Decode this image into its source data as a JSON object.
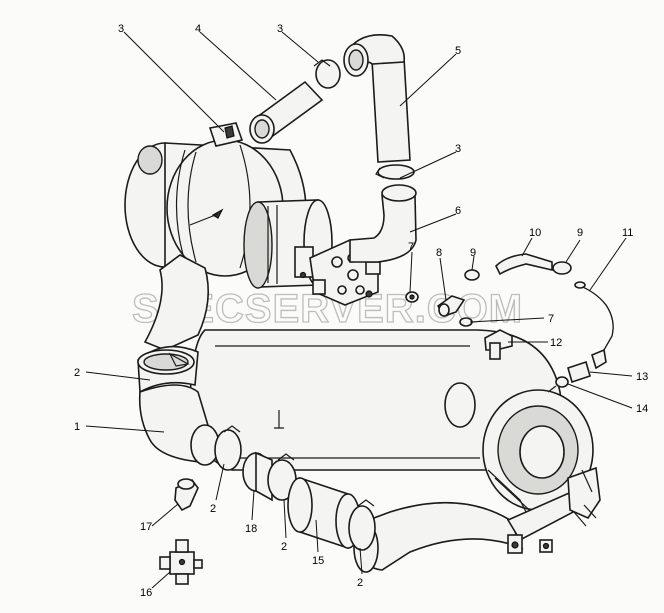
{
  "watermark": "SPECSERVER.COM",
  "callouts": [
    {
      "id": "c1",
      "label": "1"
    },
    {
      "id": "c2a",
      "label": "2"
    },
    {
      "id": "c2b",
      "label": "2"
    },
    {
      "id": "c2c",
      "label": "2"
    },
    {
      "id": "c2d",
      "label": "2"
    },
    {
      "id": "c3a",
      "label": "3"
    },
    {
      "id": "c3b",
      "label": "3"
    },
    {
      "id": "c3c",
      "label": "3"
    },
    {
      "id": "c4",
      "label": "4"
    },
    {
      "id": "c5",
      "label": "5"
    },
    {
      "id": "c6",
      "label": "6"
    },
    {
      "id": "c7a",
      "label": "7"
    },
    {
      "id": "c7b",
      "label": "7"
    },
    {
      "id": "c8",
      "label": "8"
    },
    {
      "id": "c9a",
      "label": "9"
    },
    {
      "id": "c9b",
      "label": "9"
    },
    {
      "id": "c10",
      "label": "10"
    },
    {
      "id": "c11",
      "label": "11"
    },
    {
      "id": "c12",
      "label": "12"
    },
    {
      "id": "c13",
      "label": "13"
    },
    {
      "id": "c14",
      "label": "14"
    },
    {
      "id": "c15",
      "label": "15"
    },
    {
      "id": "c16",
      "label": "16"
    },
    {
      "id": "c17",
      "label": "17"
    },
    {
      "id": "c18",
      "label": "18"
    }
  ]
}
